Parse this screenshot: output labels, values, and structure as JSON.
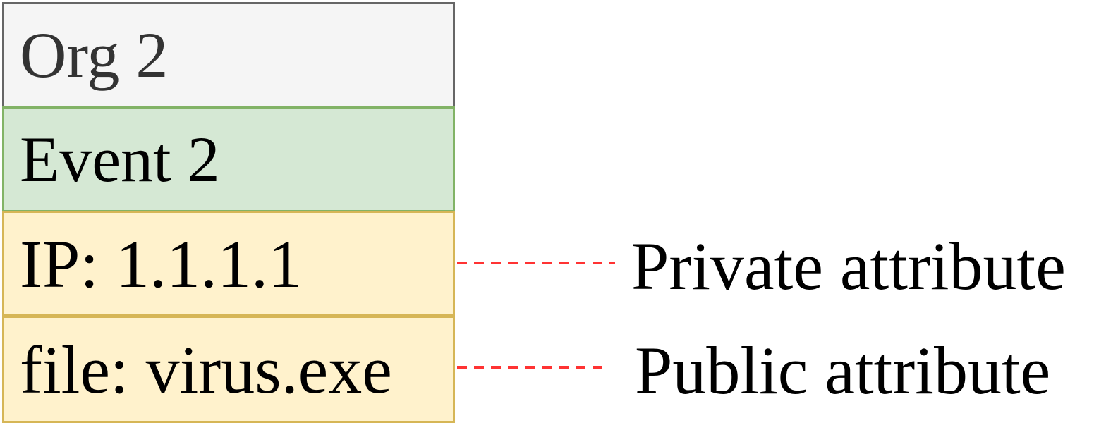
{
  "diagram": {
    "rows": [
      {
        "key": "org",
        "text": "Org 2"
      },
      {
        "key": "event",
        "text": "Event 2"
      },
      {
        "key": "ip",
        "text": "IP: 1.1.1.1"
      },
      {
        "key": "file",
        "text": "file: virus.exe"
      }
    ],
    "annotations": [
      {
        "key": "private",
        "text": "Private attribute"
      },
      {
        "key": "public",
        "text": "Public attribute"
      }
    ],
    "colors": {
      "org_fill": "#f5f5f5",
      "org_border": "#666666",
      "event_fill": "#d5e8d4",
      "event_border": "#82b366",
      "attribute_fill": "#fff2cc",
      "attribute_border": "#d6b656",
      "connector": "#ff3333"
    }
  }
}
